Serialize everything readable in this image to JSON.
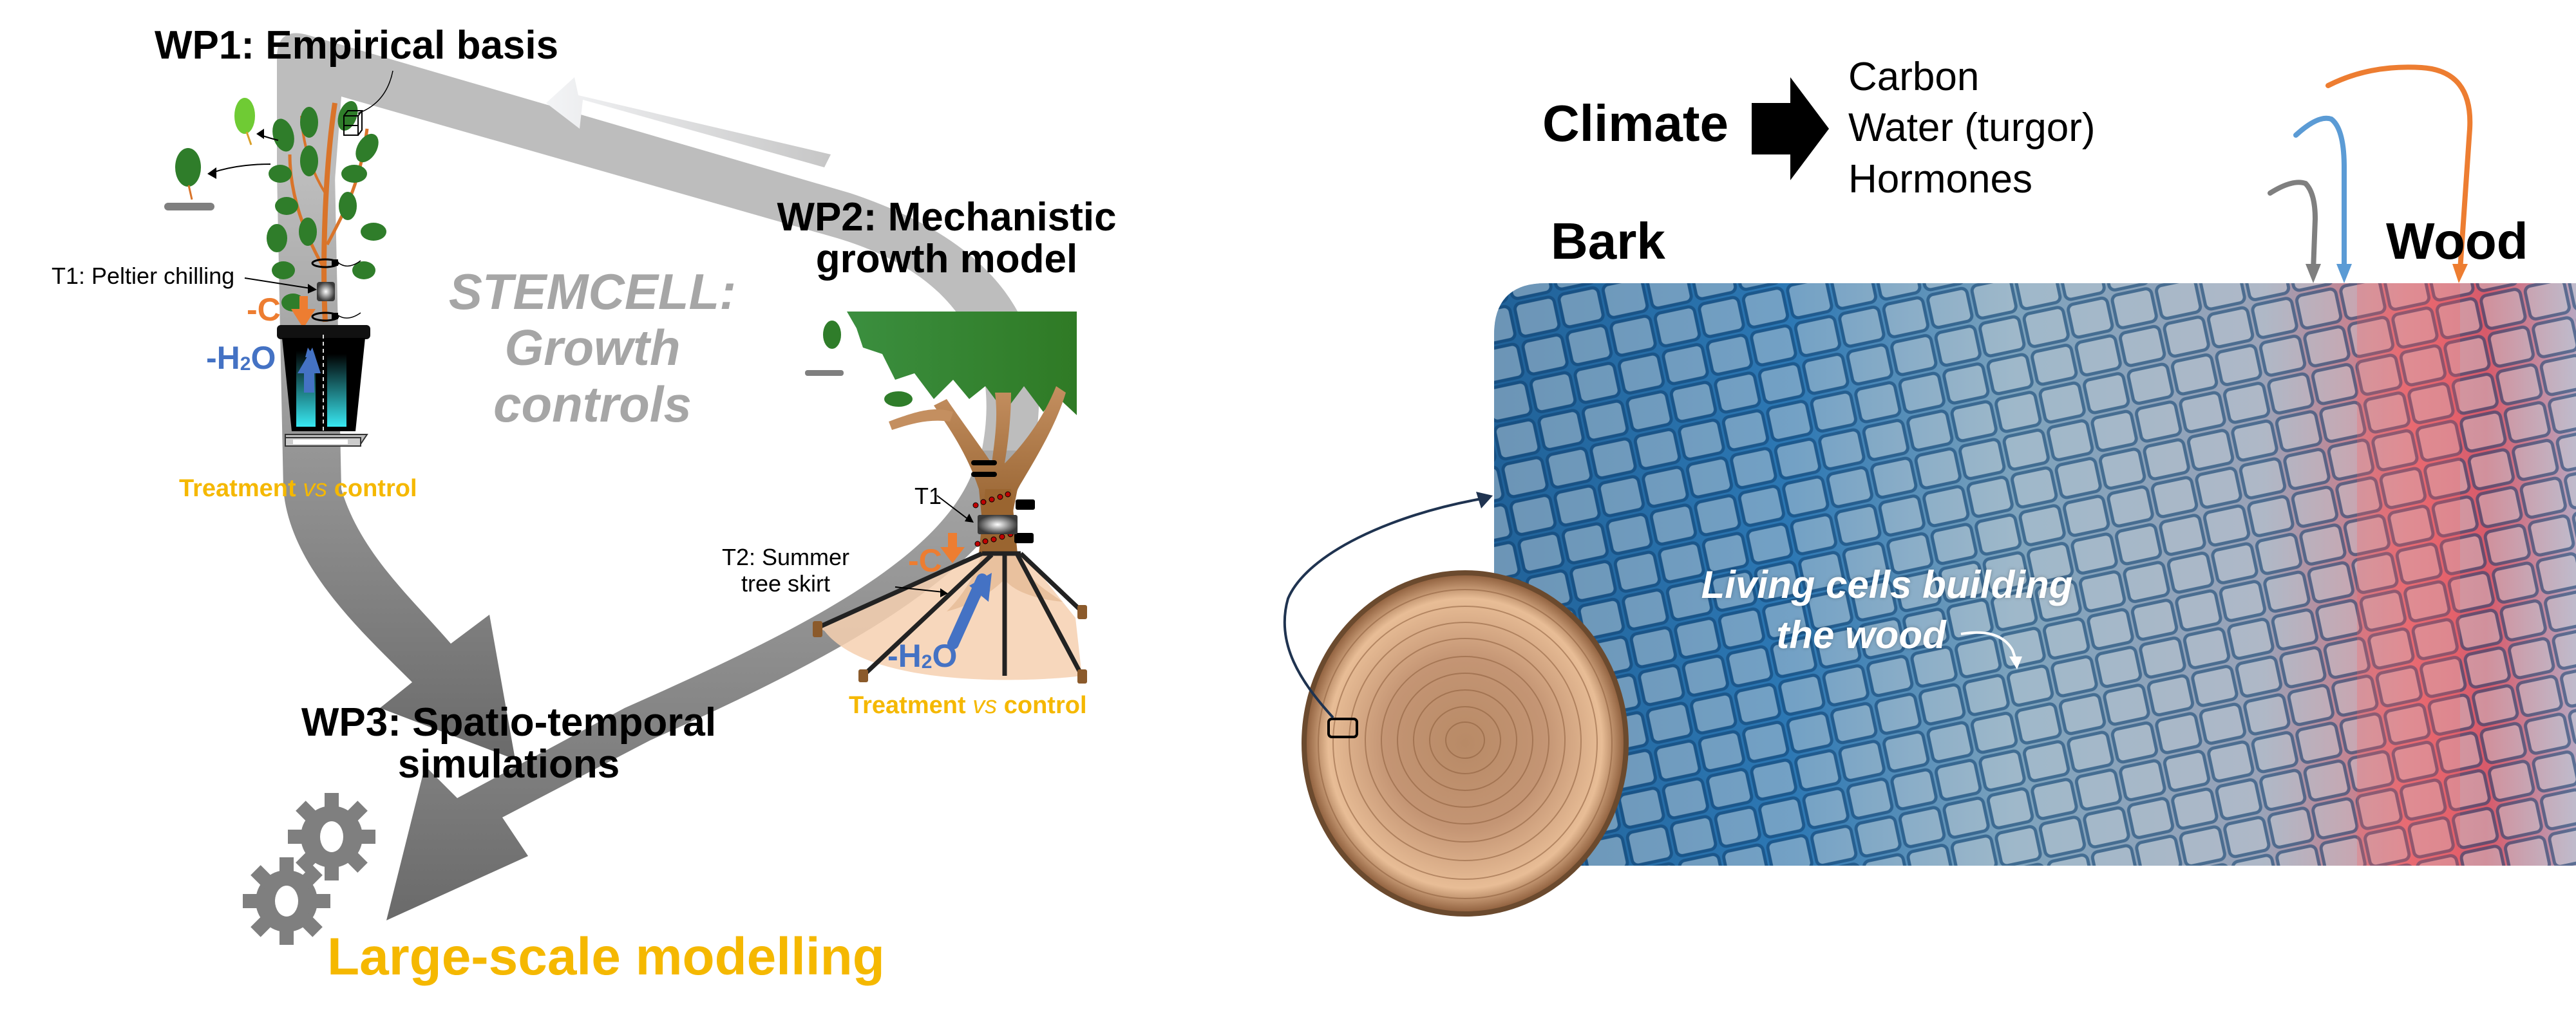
{
  "left_panel": {
    "wp1": {
      "title": "WP1: Empirical basis",
      "treatment_label": "T1: Peltier chilling",
      "minus_carbon": "-C",
      "minus_water_prefix": "-H",
      "minus_water_sub": "2",
      "minus_water_suffix": "O",
      "comparison_a": "Treatment",
      "comparison_vs": "vs",
      "comparison_b": "control"
    },
    "wp2": {
      "title_line1": "WP2: Mechanistic",
      "title_line2": "growth model",
      "t1_label": "T1",
      "t2_label_line1": "T2: Summer",
      "t2_label_line2": "tree skirt",
      "minus_carbon": "-C",
      "minus_water_prefix": "-H",
      "minus_water_sub": "2",
      "minus_water_suffix": "O",
      "comparison_a": "Treatment",
      "comparison_vs": "vs",
      "comparison_b": "control"
    },
    "wp3": {
      "title_line1": "WP3: Spatio-temporal",
      "title_line2": "simulations"
    },
    "center_title": {
      "line1": "STEMCELL:",
      "line2": "Growth",
      "line3": "controls"
    },
    "bottom_label": "Large-scale modelling"
  },
  "right_panel": {
    "climate_label": "Climate",
    "factors": [
      {
        "label": "Carbon",
        "color": "#ed7d31"
      },
      {
        "label": "Water (turgor)",
        "color": "#5b9bd5"
      },
      {
        "label": "Hormones",
        "color": "#7f7f7f"
      }
    ],
    "bark_label": "Bark",
    "wood_label": "Wood",
    "annotation_line1": "Living cells building",
    "annotation_line2": "the wood"
  },
  "colors": {
    "accent_yellow": "#f5b800",
    "carbon_orange": "#ed7d31",
    "water_blue": "#4472c4",
    "arrow_gray_light": "#bfbfbf",
    "arrow_gray_dark": "#6e6e6e",
    "navy": "#1f3350"
  }
}
